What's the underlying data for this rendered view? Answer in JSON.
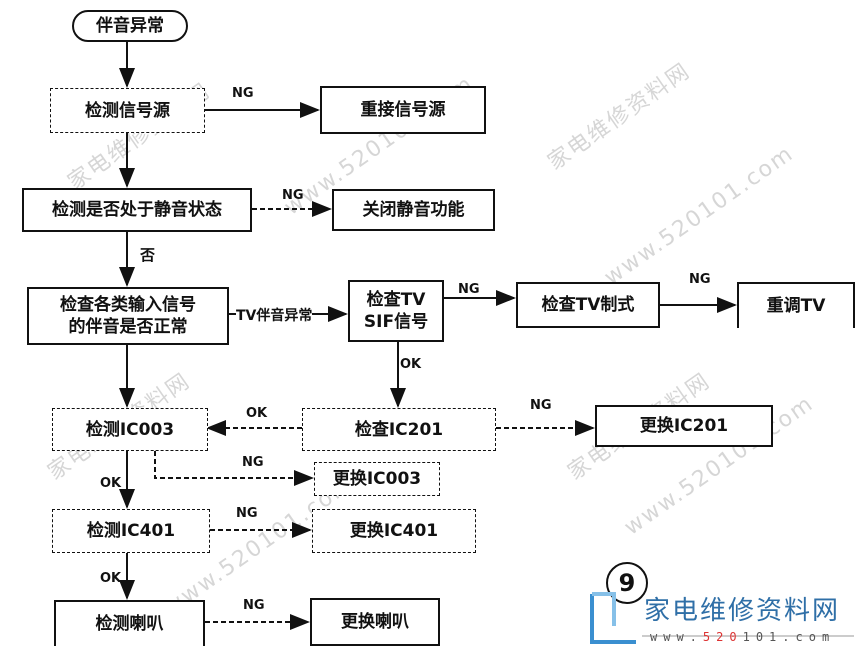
{
  "nodes": {
    "start": "伴音异常",
    "check_signal_source": "检测信号源",
    "reconnect_signal_source": "重接信号源",
    "check_mute": "检测是否处于静音状态",
    "disable_mute": "关闭静音功能",
    "check_inputs_line1": "检查各类输入信号",
    "check_inputs_line2": "的伴音是否正常",
    "check_tv_sif_line1": "检查TV",
    "check_tv_sif_line2": "SIF信号",
    "check_tv_system": "检查TV制式",
    "retune_tv": "重调TV",
    "check_ic003": "检测IC003",
    "check_ic201": "检查IC201",
    "replace_ic201": "更换IC201",
    "replace_ic003": "更换IC003",
    "check_ic401": "检测IC401",
    "replace_ic401": "更换IC401",
    "check_speaker": "检测喇叭",
    "replace_speaker": "更换喇叭"
  },
  "edge_labels": {
    "ng1": "NG",
    "ng2": "NG",
    "no": "否",
    "tv_abnormal": "TV伴音异常",
    "ng3": "NG",
    "ng4": "NG",
    "ok_sif": "OK",
    "ok_ic201": "OK",
    "ng_ic201": "NG",
    "ng_ic003": "NG",
    "ok_ic003": "OK",
    "ng_ic401": "NG",
    "ok_ic401": "OK",
    "ng_speaker": "NG"
  },
  "figure_number": "9",
  "watermark": {
    "cn": "家电维修资料网",
    "url": "www.520101.com"
  },
  "logo": {
    "text": "家电维修资料网",
    "sub_prefix": "www.",
    "sub_highlight": "520",
    "sub_suffix": "101.com"
  }
}
